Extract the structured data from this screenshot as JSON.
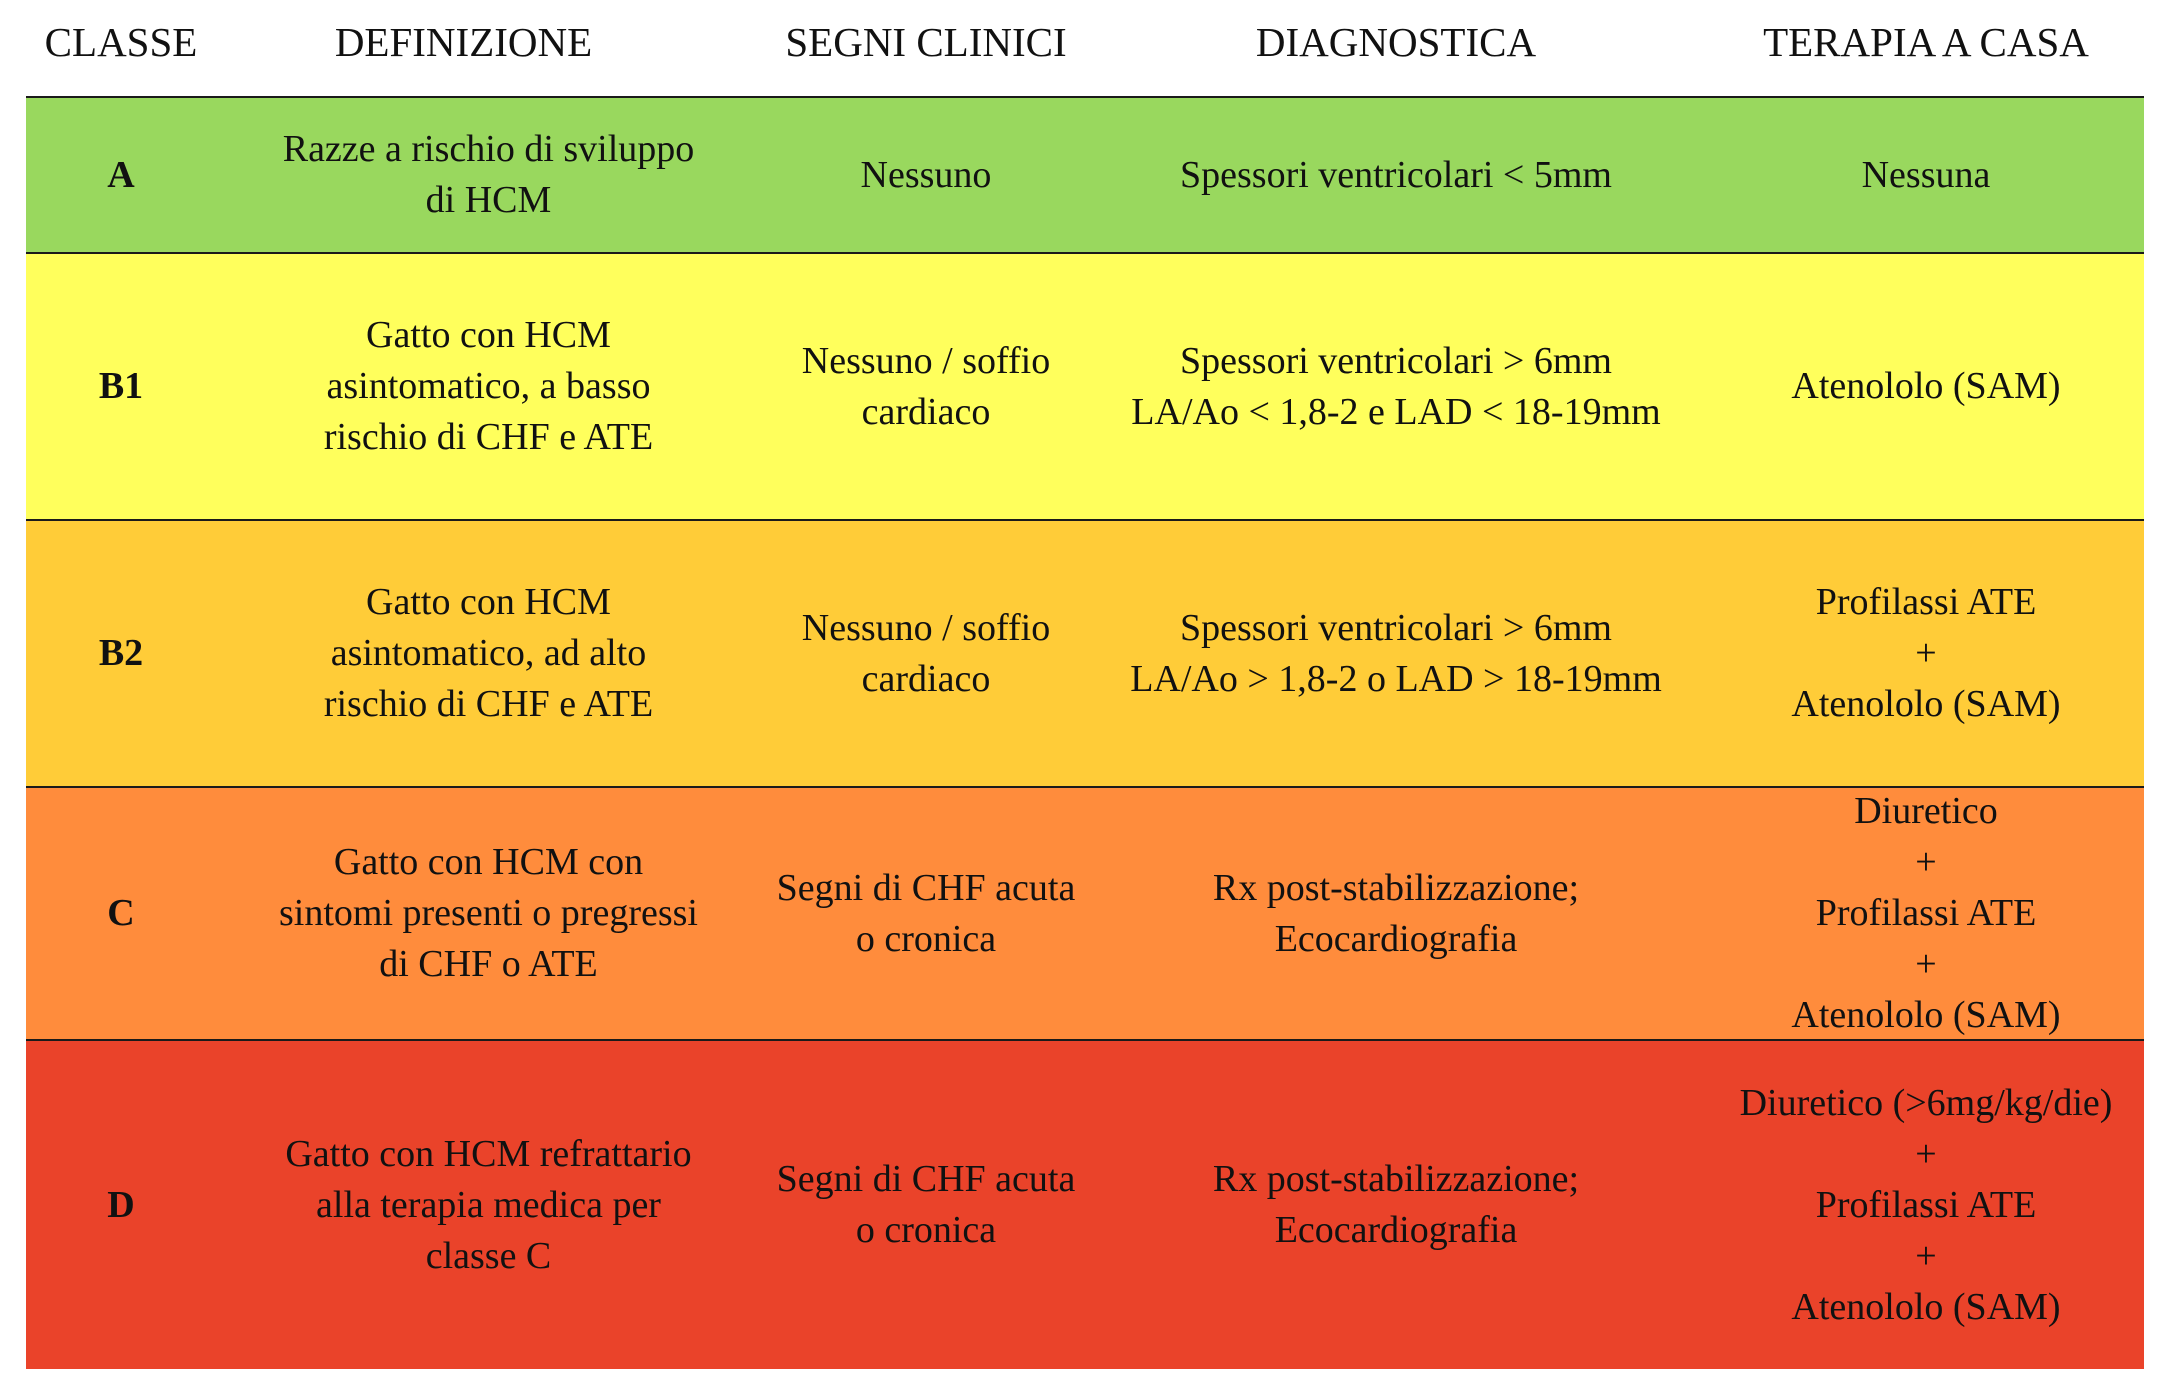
{
  "header": {
    "classe": "CLASSE",
    "definizione": "DEFINIZIONE",
    "segni": "SEGNI CLINICI",
    "diagnostica": "DIAGNOSTICA",
    "terapia": "TERAPIA A CASA"
  },
  "colors": {
    "A": "#99d85e",
    "B1": "#ffff5c",
    "B2": "#ffcc38",
    "C": "#ff8c3c",
    "D": "#ea432a"
  },
  "rows": [
    {
      "classe": "A",
      "definizione": "Razze a rischio di sviluppo\ndi HCM",
      "segni": "Nessuno",
      "diagnostica": "Spessori ventricolari < 5mm",
      "terapia": "Nessuna"
    },
    {
      "classe": "B1",
      "definizione": "Gatto con HCM\nasintomatico, a basso\nrischio di CHF e ATE",
      "segni": "Nessuno / soffio\ncardiaco",
      "diagnostica": "Spessori ventricolari > 6mm\nLA/Ao < 1,8-2 e LAD < 18-19mm",
      "terapia": "Atenololo (SAM)"
    },
    {
      "classe": "B2",
      "definizione": "Gatto con HCM\nasintomatico, ad alto\nrischio di CHF e ATE",
      "segni": "Nessuno / soffio\ncardiaco",
      "diagnostica": "Spessori ventricolari > 6mm\nLA/Ao > 1,8-2 o LAD > 18-19mm",
      "terapia": "Profilassi ATE\n+\nAtenololo (SAM)"
    },
    {
      "classe": "C",
      "definizione": "Gatto con HCM con\nsintomi presenti o pregressi\ndi CHF o ATE",
      "segni": "Segni di CHF acuta\no cronica",
      "diagnostica": "Rx post-stabilizzazione;\nEcocardiografia",
      "terapia": "Diuretico\n+\nProfilassi ATE\n+\nAtenololo (SAM)"
    },
    {
      "classe": "D",
      "definizione": "Gatto con HCM refrattario\nalla terapia medica per\nclasse C",
      "segni": "Segni di CHF acuta\no cronica",
      "diagnostica": "Rx post-stabilizzazione;\nEcocardiografia",
      "terapia": "Diuretico (>6mg/kg/die)\n+\nProfilassi ATE\n+\nAtenololo (SAM)"
    }
  ]
}
